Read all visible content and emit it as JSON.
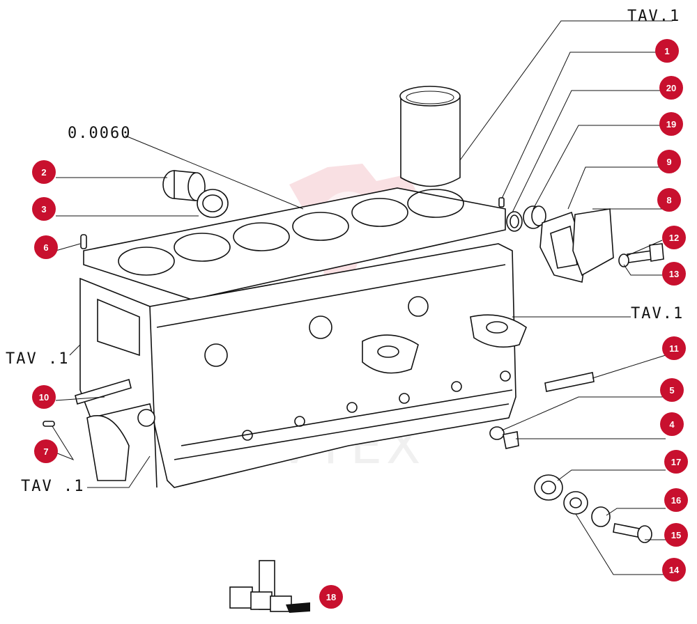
{
  "references": {
    "tav_top": "TAV.1",
    "tav_right": "TAV.1",
    "tav_left": "TAV  .1",
    "tav_bottom": "TAV  .1",
    "gasket_code": "0.0060"
  },
  "watermark": "IVECO / TEX",
  "colors": {
    "badge": "#c8102e",
    "line": "#111111",
    "watermark": "#f4c6cc"
  },
  "callouts": [
    {
      "id": "c1",
      "number": "1"
    },
    {
      "id": "c2",
      "number": "2"
    },
    {
      "id": "c3",
      "number": "3"
    },
    {
      "id": "c4",
      "number": "4"
    },
    {
      "id": "c5",
      "number": "5"
    },
    {
      "id": "c6",
      "number": "6"
    },
    {
      "id": "c7",
      "number": "7"
    },
    {
      "id": "c8",
      "number": "8"
    },
    {
      "id": "c9",
      "number": "9"
    },
    {
      "id": "c10",
      "number": "10"
    },
    {
      "id": "c11",
      "number": "11"
    },
    {
      "id": "c12",
      "number": "12"
    },
    {
      "id": "c13",
      "number": "13"
    },
    {
      "id": "c14",
      "number": "14"
    },
    {
      "id": "c15",
      "number": "15"
    },
    {
      "id": "c16",
      "number": "16"
    },
    {
      "id": "c17",
      "number": "17"
    },
    {
      "id": "c18",
      "number": "18"
    },
    {
      "id": "c19",
      "number": "19"
    },
    {
      "id": "c20",
      "number": "20"
    }
  ]
}
